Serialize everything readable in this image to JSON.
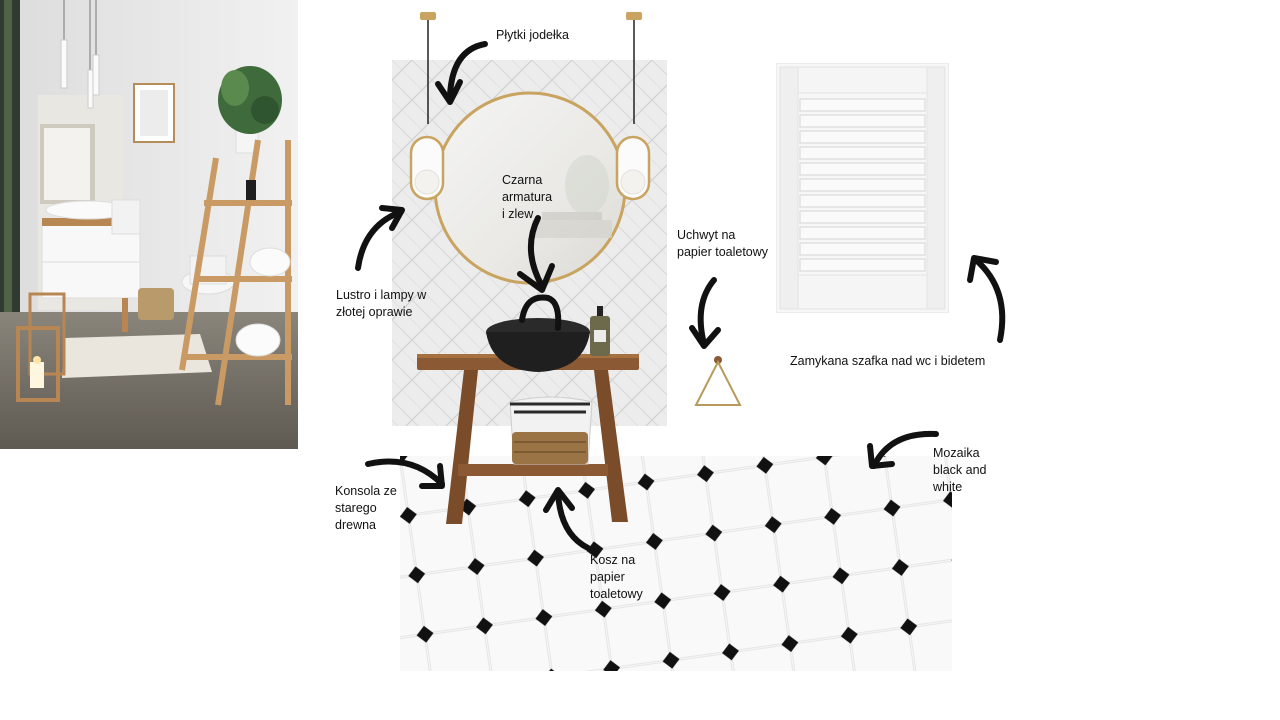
{
  "labels": {
    "tiles": "Płytki jodełka",
    "fixtures": [
      "Czarna",
      "armatura",
      "i zlew"
    ],
    "mirror": [
      "Lustro i lampy w",
      "złotej oprawie"
    ],
    "holder": [
      "Uchwyt na",
      "papier toaletowy"
    ],
    "cabinet": "Zamykana szafka nad wc i bidetem",
    "console": [
      "Konsola ze",
      "starego",
      "drewna"
    ],
    "basket": [
      "Kosz na",
      "papier",
      "toaletowy"
    ],
    "mosaic": [
      "Mozaika",
      "black and",
      "white"
    ]
  },
  "colors": {
    "gold": "#c8a460",
    "wood": "#8b5a34",
    "arrow": "#111111",
    "tile": "#eaeaea"
  },
  "icons": [
    "arrow-icon",
    "pendant-lamp-icon",
    "toilet-paper-holder-icon",
    "faucet-icon",
    "soap-bottle-icon"
  ]
}
